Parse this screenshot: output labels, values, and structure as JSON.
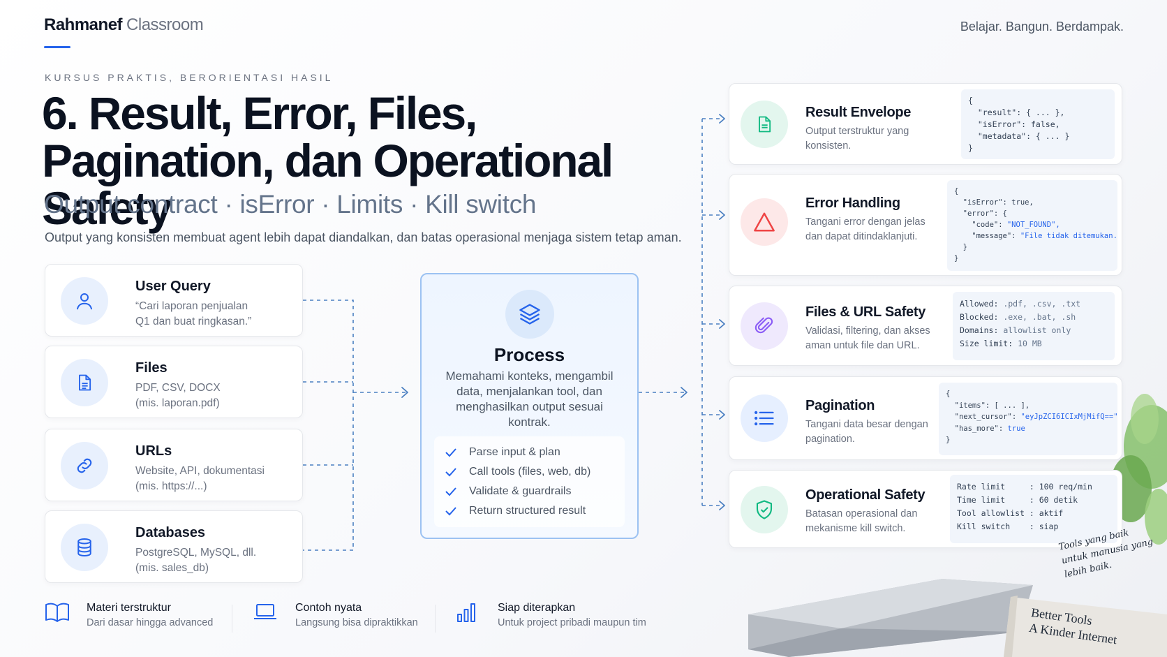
{
  "header": {
    "brand_bold": "Rahmanef",
    "brand_light": "Classroom",
    "tagline": "Belajar. Bangun. Berdampak."
  },
  "hero": {
    "eyebrow": "KURSUS PRAKTIS, BERORIENTASI HASIL",
    "title_line1": "6. Result, Error, Files,",
    "title_line2": "Pagination, dan Operational Safety",
    "subtitle": "Output contract · isError · Limits · Kill switch",
    "description": "Output yang konsisten membuat agent lebih dapat diandalkan, dan batas operasional menjaga sistem tetap aman."
  },
  "inputs": [
    {
      "title": "User Query",
      "line1": "“Cari laporan penjualan",
      "line2": "Q1 dan buat ringkasan.”",
      "icon": "user-icon"
    },
    {
      "title": "Files",
      "line1": "PDF, CSV, DOCX",
      "line2": "(mis. laporan.pdf)",
      "icon": "document-icon"
    },
    {
      "title": "URLs",
      "line1": "Website, API, dokumentasi",
      "line2": "(mis. https://...)",
      "icon": "link-icon"
    },
    {
      "title": "Databases",
      "line1": "PostgreSQL, MySQL, dll.",
      "line2": "(mis. sales_db)",
      "icon": "database-icon"
    }
  ],
  "process": {
    "icon": "layers-icon",
    "title": "Process",
    "description": "Memahami konteks, mengambil data, menjalankan tool, dan menghasilkan output sesuai kontrak.",
    "steps": [
      "Parse input & plan",
      "Call tools (files, web, db)",
      "Validate & guardrails",
      "Return structured result"
    ]
  },
  "outputs": [
    {
      "title": "Result Envelope",
      "line1": "Output terstruktur yang konsisten.",
      "line2": "",
      "icon": "file-text-icon",
      "accent": "#10b981"
    },
    {
      "title": "Error Handling",
      "line1": "Tangani error dengan jelas",
      "line2": "dan dapat ditindaklanjuti.",
      "icon": "warning-triangle-icon",
      "accent": "#ef4444"
    },
    {
      "title": "Files & URL Safety",
      "line1": "Validasi, filtering, dan akses",
      "line2": "aman untuk file dan URL.",
      "icon": "paperclip-icon",
      "accent": "#8b5cf6"
    },
    {
      "title": "Pagination",
      "line1": "Tangani data besar dengan",
      "line2": "pagination.",
      "icon": "list-icon",
      "accent": "#2563eb"
    },
    {
      "title": "Operational Safety",
      "line1": "Batasan operasional dan",
      "line2": "mekanisme kill switch.",
      "icon": "shield-check-icon",
      "accent": "#10b981"
    }
  ],
  "code": {
    "result": [
      "{",
      "  \"result\": { ... },",
      "  \"isError\": false,",
      "  \"metadata\": { ... }",
      "}"
    ],
    "error": [
      "{",
      "  \"isError\": true,",
      "  \"error\": {",
      "    \"code\": ",
      "\"NOT_FOUND\",",
      "    \"message\": ",
      "\"File tidak ditemukan.\"",
      "  }",
      "}"
    ],
    "files": [
      "Allowed: ",
      ".pdf, .csv, .txt",
      "Blocked: ",
      ".exe, .bat, .sh",
      "Domains: ",
      "allowlist only",
      "Size limit: ",
      "10 MB"
    ],
    "pagination": [
      "{",
      "  \"items\": [ ... ],",
      "  \"next_cursor\": ",
      "\"eyJpZCI6ICIxMjMifQ==\"",
      "  \"has_more\": ",
      "true",
      "}"
    ],
    "ops": [
      "Rate limit     : ",
      "100 req/min",
      "Time limit     : ",
      "60 detik",
      "Tool allowlist : ",
      "aktif",
      "Kill switch    : ",
      "siap"
    ]
  },
  "features": [
    {
      "title": "Materi terstruktur",
      "sub": "Dari dasar hingga advanced",
      "icon": "book-icon"
    },
    {
      "title": "Contoh nyata",
      "sub": "Langsung bisa dipraktikkan",
      "icon": "laptop-icon"
    },
    {
      "title": "Siap diterapkan",
      "sub": "Untuk project pribadi maupun tim",
      "icon": "bar-chart-icon"
    }
  ],
  "decor": {
    "handnote": [
      "Tools yang baik",
      "untuk manusia yang",
      "lebih baik."
    ],
    "book_title": [
      "Better Tools",
      "A Kinder Internet"
    ]
  },
  "colors": {
    "accent": "#2563eb",
    "connector": "#4a7fc1"
  }
}
